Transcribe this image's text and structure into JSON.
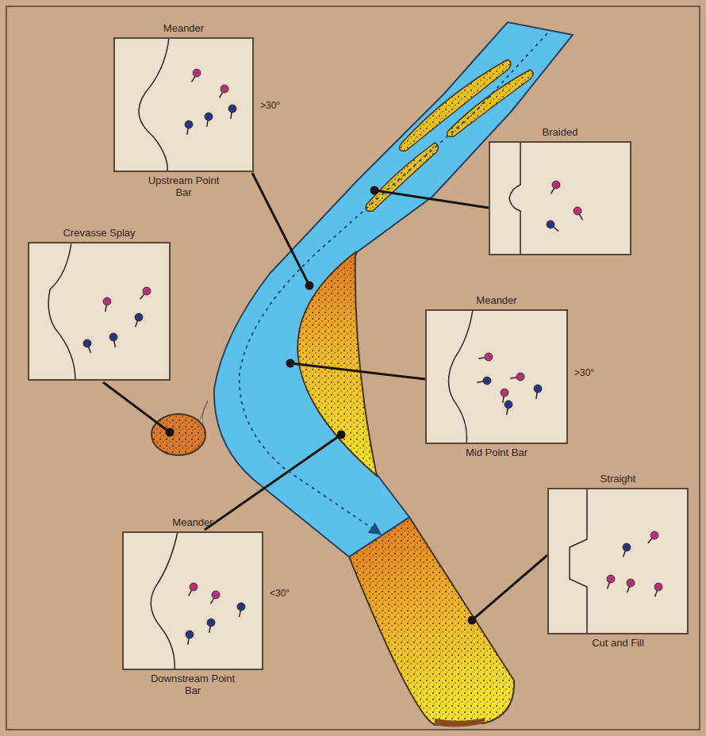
{
  "diagram": {
    "nodes": [
      {
        "text": [
          "Meander",
          "Upstream Point Bar"
        ]
      },
      {
        "text": [
          "Braided"
        ]
      },
      {
        "text": [
          "Crevasse Splay"
        ]
      },
      {
        "text": [
          "Meander",
          "Mid Point Bar"
        ]
      },
      {
        "text": [
          "Meander",
          "Downstream Point Bar"
        ]
      },
      {
        "text": [
          "Straight",
          "Cut and Fill"
        ]
      }
    ],
    "edges": [],
    "labels": [
      ">30°",
      ">30°",
      "<30°"
    ]
  }
}
